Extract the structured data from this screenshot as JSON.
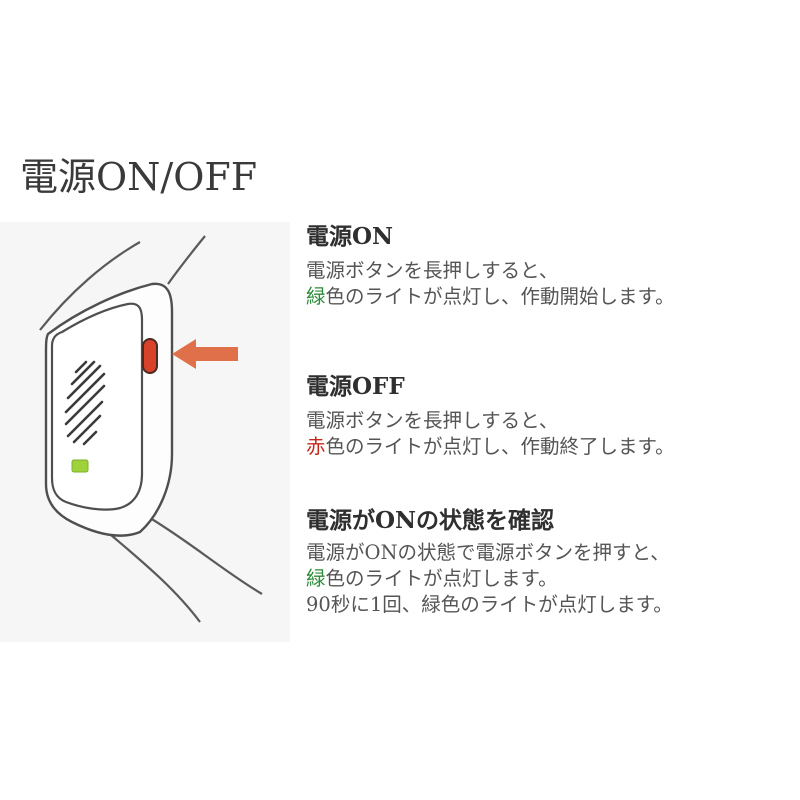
{
  "title": "電源ON/OFF",
  "colors": {
    "text": "#555555",
    "heading": "#2f2f2f",
    "green_highlight": "#2e8b3a",
    "red_highlight": "#c8251b",
    "arrow": "#e0704a",
    "button": "#d9422a",
    "led": "#9fd23a",
    "line": "#5a5a5a"
  },
  "illustration": {
    "icons": [
      "wristband-device",
      "power-button",
      "arrow-icon",
      "speaker-grille",
      "green-led"
    ]
  },
  "sections": {
    "on": {
      "heading": "電源ON",
      "line1": "電源ボタンを長押しすると、",
      "line2_highlight": "緑",
      "line2_rest": "色のライトが点灯し、作動開始します。"
    },
    "off": {
      "heading": "電源OFF",
      "line1": "電源ボタンを長押しすると、",
      "line2_highlight": "赤",
      "line2_rest": "色のライトが点灯し、作動終了します。"
    },
    "check": {
      "heading": "電源がONの状態を確認",
      "line1": "電源がONの状態で電源ボタンを押すと、",
      "line2_highlight": "緑",
      "line2_rest": "色のライトが点灯します。",
      "line3": "90秒に1回、緑色のライトが点灯します。"
    }
  }
}
